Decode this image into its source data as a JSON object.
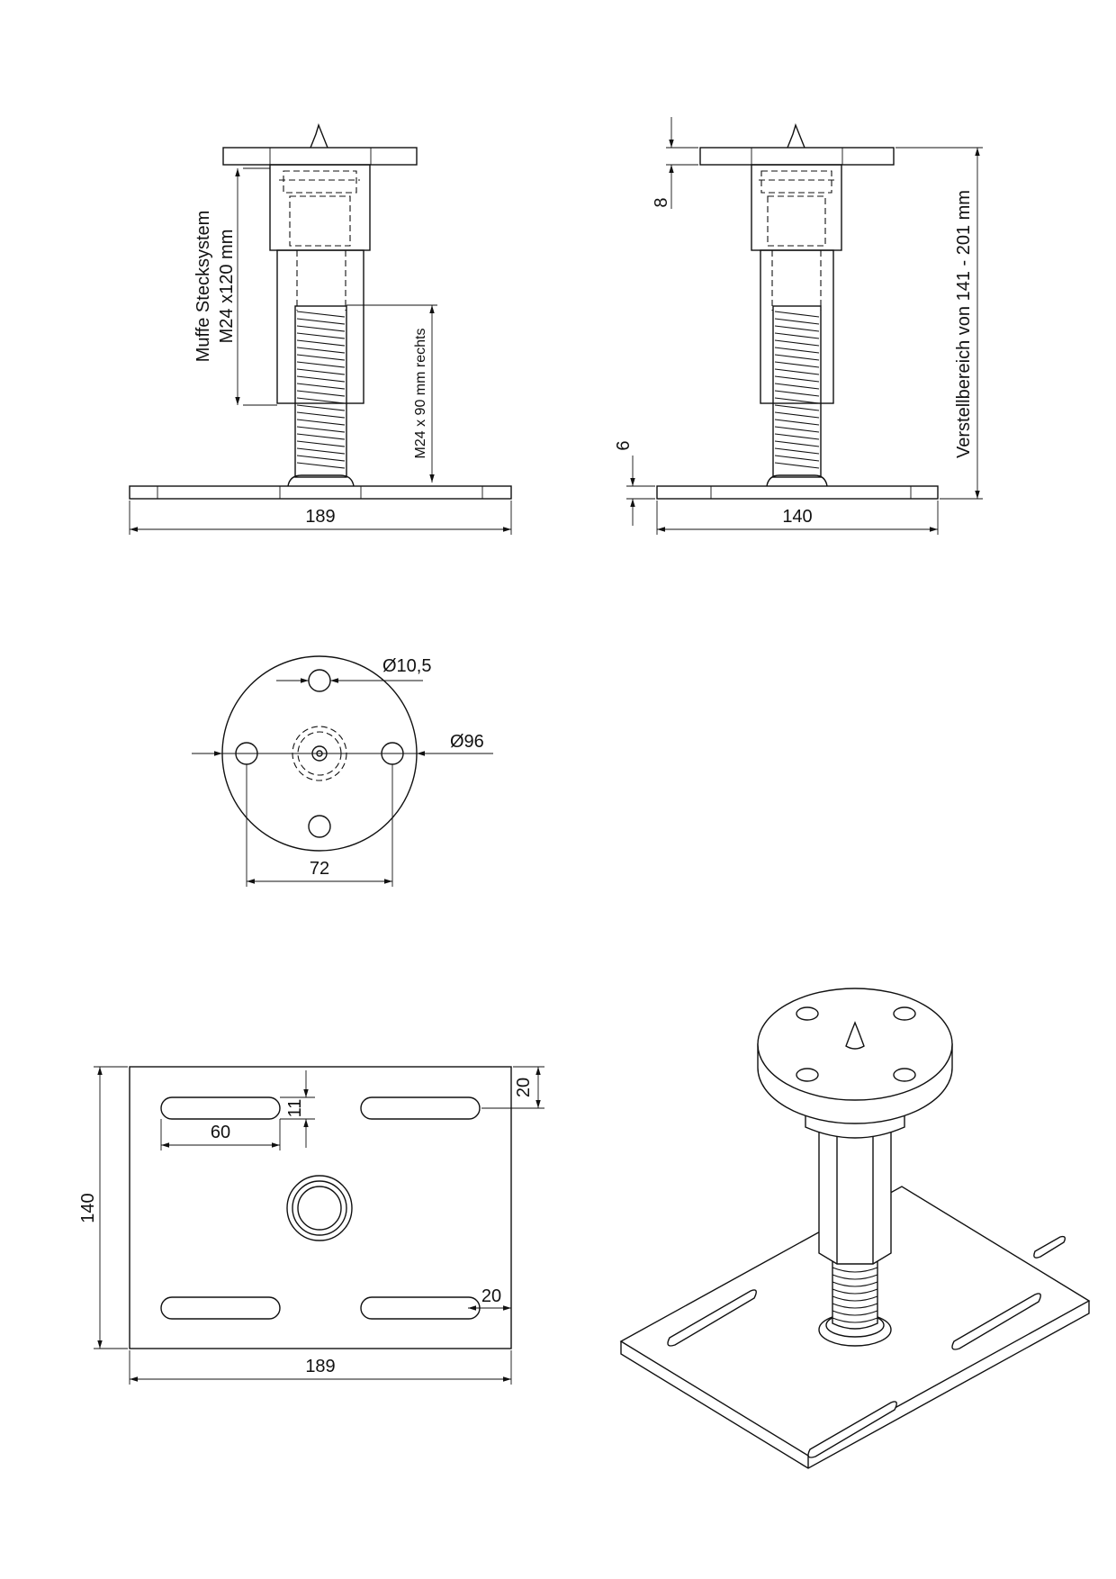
{
  "front_view": {
    "dim_width": "189",
    "label_muffe_1": "Muffe Stecksystem",
    "label_muffe_2": "M24 x120 mm",
    "label_thread": "M24 x 90 mm rechts"
  },
  "side_view": {
    "dim_width": "140",
    "dim_top_plate": "8",
    "dim_base_plate": "6",
    "label_range": "Verstellbereich von 141 - 201 mm"
  },
  "top_view": {
    "dim_hole": "Ø10,5",
    "dim_plate": "Ø96",
    "dim_spacing": "72"
  },
  "base_plate_view": {
    "dim_width": "189",
    "dim_height": "140",
    "dim_slot_length": "60",
    "dim_slot_width": "11",
    "dim_edge_top": "20",
    "dim_edge_side": "20"
  }
}
